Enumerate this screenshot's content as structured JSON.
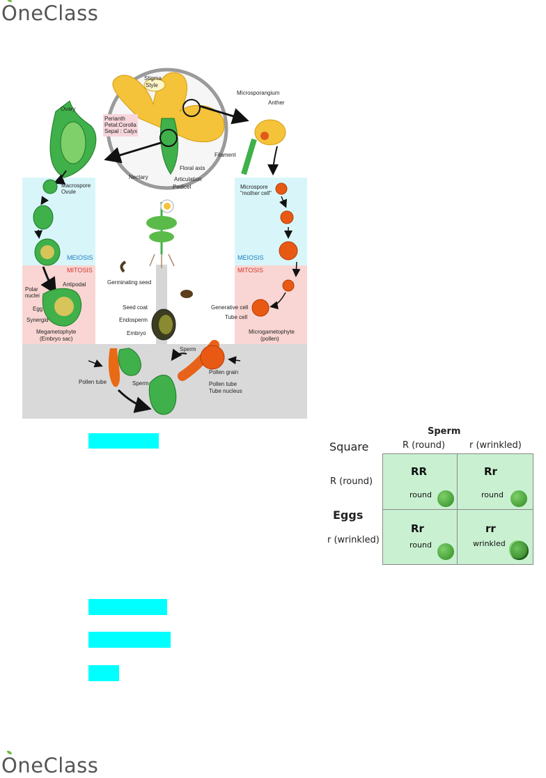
{
  "logo": {
    "text": "neClass",
    "first": "O"
  },
  "diagram": {
    "labels": {
      "stigma": "Stigma",
      "style": "Style",
      "perianth": "Perianth",
      "petal": "Petal:Corolla",
      "sepal": "Sepal : Calyx",
      "ovary": "Ovary",
      "microsporangium": "Microsporangium",
      "anther": "Anther",
      "filament": "Filament",
      "floral_axis": "Floral axis",
      "nectary": "Nectary",
      "articulation": "Articulation",
      "pedicel": "Pedicel",
      "macrospore": "Macrospore",
      "ovule": "Ovule",
      "microspore": "Microspore",
      "mother_cell": "\"mother cell\"",
      "meiosis_left": "MEIOSIS",
      "meiosis_right": "MEIOSIS",
      "mitosis_left": "MITOSIS",
      "mitosis_right": "MITOSIS",
      "germinating_seed": "Germinating seed",
      "polar_nuclei": "Polar nuclei",
      "antipodal": "Antipodal",
      "egg": "Egg",
      "synergid": "Synergid",
      "seed_coat": "Seed coat",
      "endosperm": "Endosperm",
      "embryo": "Embryo",
      "generative_cell": "Generative cell",
      "tube_cell": "Tube cell",
      "megagametophyte": "Megametophyte",
      "embryo_sac": "(Embryo sac)",
      "microgametophyte": "Microgametophyte",
      "pollen": "(pollen)",
      "pollen_tube_left": "Pollen tube",
      "sperm_left": "Sperm",
      "sperm_right": "Sperm",
      "pollen_grain": "Pollen grain",
      "pollen_tube_right": "Pollen tube",
      "tube_nucleus": "Tube nucleus"
    }
  },
  "punnett": {
    "title_left": "Square",
    "sperm_header": "Sperm",
    "col1": "R (round)",
    "col2": "r (wrinkled)",
    "row1": "R (round)",
    "eggs_header": "Eggs",
    "row2": "r (wrinkled)",
    "cells": [
      {
        "genotype": "RR",
        "phenotype": "round",
        "shape": "round"
      },
      {
        "genotype": "Rr",
        "phenotype": "round",
        "shape": "round"
      },
      {
        "genotype": "Rr",
        "phenotype": "round",
        "shape": "round"
      },
      {
        "genotype": "rr",
        "phenotype": "wrinkled",
        "shape": "wrinkled"
      }
    ]
  },
  "colors": {
    "highlight": "#00ffff",
    "punnett_cell": "#c9f1d1",
    "meiosis_bg": "#d8f6fa",
    "mitosis_bg": "#f9d6d3"
  }
}
